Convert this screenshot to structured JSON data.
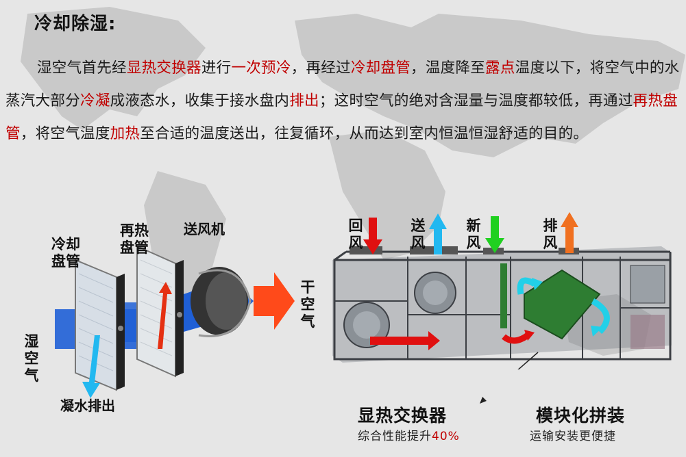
{
  "title": "冷却除湿:",
  "paragraph": [
    {
      "t": "湿空气首先经",
      "hl": false
    },
    {
      "t": "显热交换器",
      "hl": true
    },
    {
      "t": "进行",
      "hl": false
    },
    {
      "t": "一次预冷",
      "hl": true
    },
    {
      "t": "，再经过",
      "hl": false
    },
    {
      "t": "冷却盘管",
      "hl": true
    },
    {
      "t": "，温度降至",
      "hl": false
    },
    {
      "t": "露点",
      "hl": true
    },
    {
      "t": "温度以下，将空气中的水蒸汽大部分",
      "hl": false
    },
    {
      "t": "冷凝",
      "hl": true
    },
    {
      "t": "成液态水，收集于接水盘内",
      "hl": false
    },
    {
      "t": "排出",
      "hl": true
    },
    {
      "t": "；这时空气的绝对含湿量与温度都较低，再通过",
      "hl": false
    },
    {
      "t": "再热盘管",
      "hl": true
    },
    {
      "t": "，将空气温度",
      "hl": false
    },
    {
      "t": "加热",
      "hl": true
    },
    {
      "t": "至合适的温度送出，往复循环，从而达到室内恒温恒湿舒适的目的。",
      "hl": false
    }
  ],
  "left_diagram": {
    "cooling_coil": "冷却盘管",
    "reheat_coil": "再热盘管",
    "fan": "送风机",
    "humid_air": "湿空气",
    "condensate": "凝水排出",
    "dry_air": "干空气"
  },
  "unit_ports": {
    "return": "回风",
    "supply": "送风",
    "fresh": "新风",
    "exhaust": "排风"
  },
  "features": {
    "exchanger_title": "显热交换器",
    "exchanger_sub_prefix": "综合性能提升",
    "exchanger_sub_pct": "40%",
    "modular_title": "模块化拼装",
    "modular_sub": "运输安装更便捷"
  },
  "colors": {
    "highlight": "#c00000",
    "return_arrow": "#e01010",
    "supply_arrow": "#22b8f0",
    "fresh_arrow": "#20d020",
    "exhaust_arrow": "#f07020",
    "airflow_blue": "#1f5fd6",
    "exchanger_green": "#2e7d32"
  }
}
